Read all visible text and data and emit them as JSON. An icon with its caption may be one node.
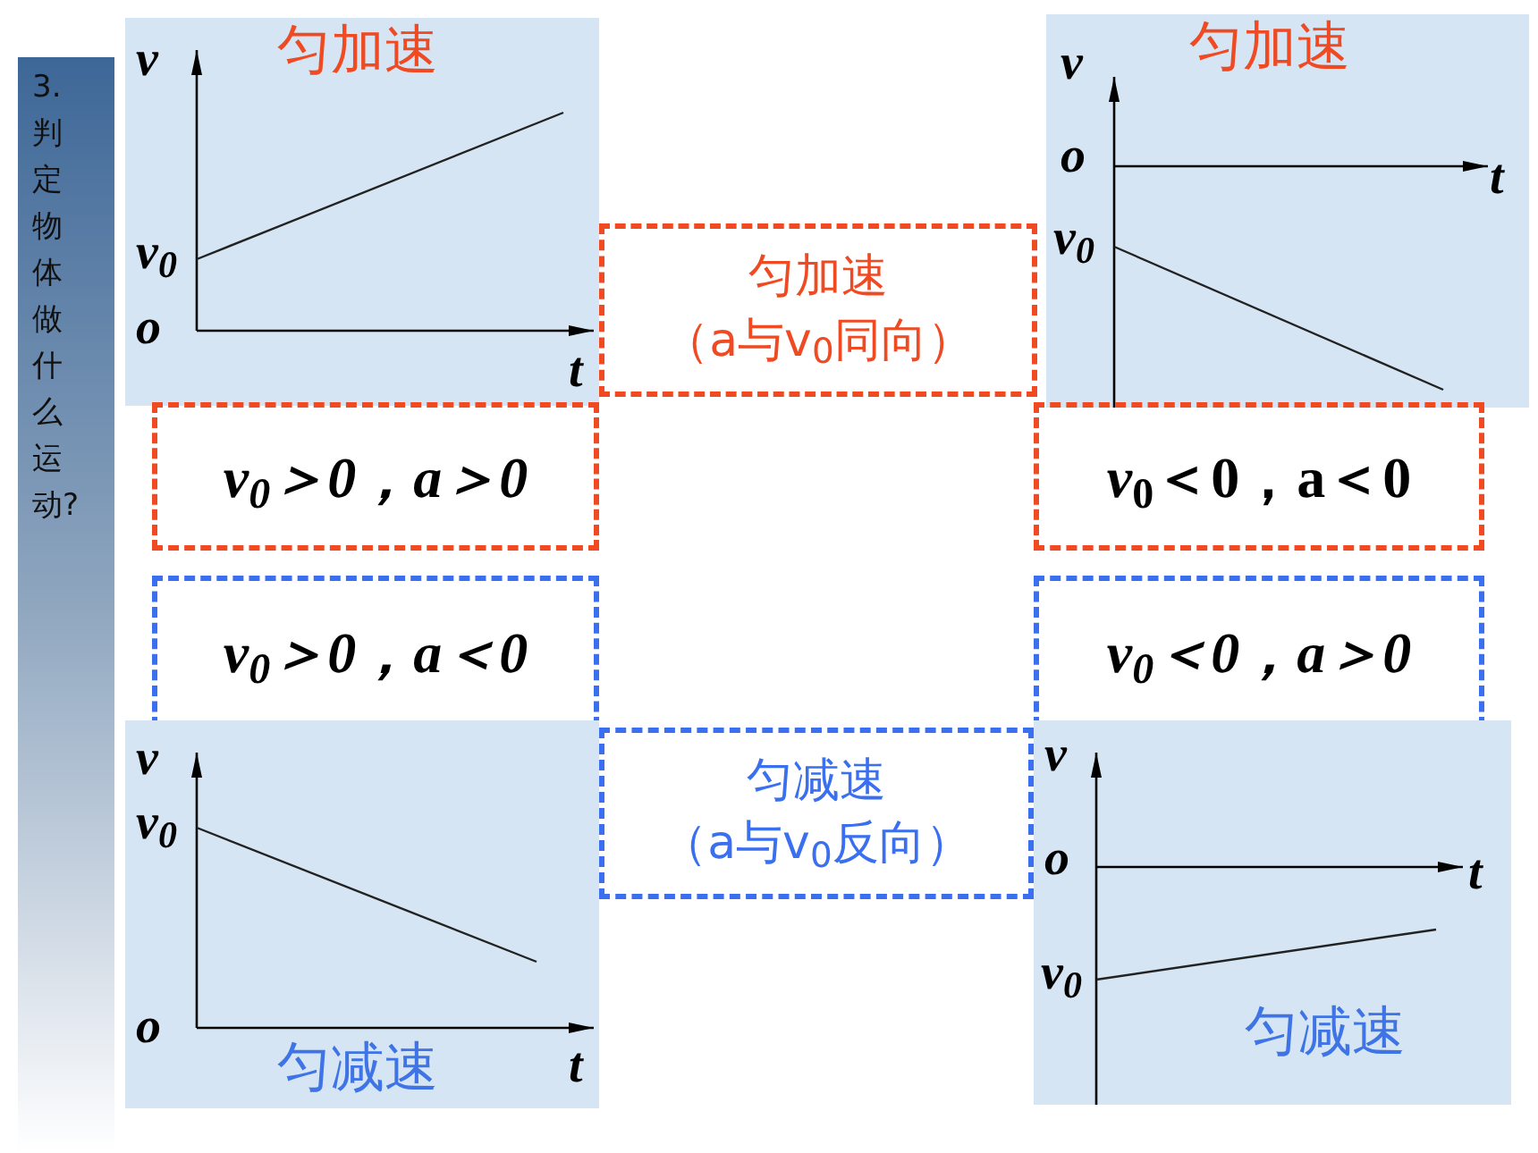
{
  "diagram": {
    "nodes": [
      {
        "text": [
          "3.判定物体做什么运动?"
        ]
      },
      {
        "text": [
          "匀加速"
        ]
      },
      {
        "text": [
          "匀加速"
        ]
      },
      {
        "text": [
          "匀加速",
          "（a与v$_{0}$同向）"
        ]
      },
      {
        "text": [
          "*v*$_{0}$＞0，*a*＞0"
        ]
      },
      {
        "text": [
          "*v*$_{0}$＜0，a＜0"
        ]
      },
      {
        "text": [
          "*v*$_{0}$＞0，*a*＜0"
        ]
      },
      {
        "text": [
          "*v*$_{0}$＜0，*a*＞0"
        ]
      },
      {
        "text": [
          "匀减速"
        ]
      },
      {
        "text": [
          "匀减速",
          "（a与v$_{0}$反向）"
        ]
      },
      {
        "text": [
          "匀减速"
        ]
      }
    ],
    "labels": [
      "v",
      "v$_{0}$",
      "o",
      "t",
      "v",
      "o",
      "v$_{0}$",
      "t",
      "v",
      "v$_{0}$",
      "o",
      "t",
      "v",
      "o",
      "v$_{0}$",
      "t"
    ]
  }
}
